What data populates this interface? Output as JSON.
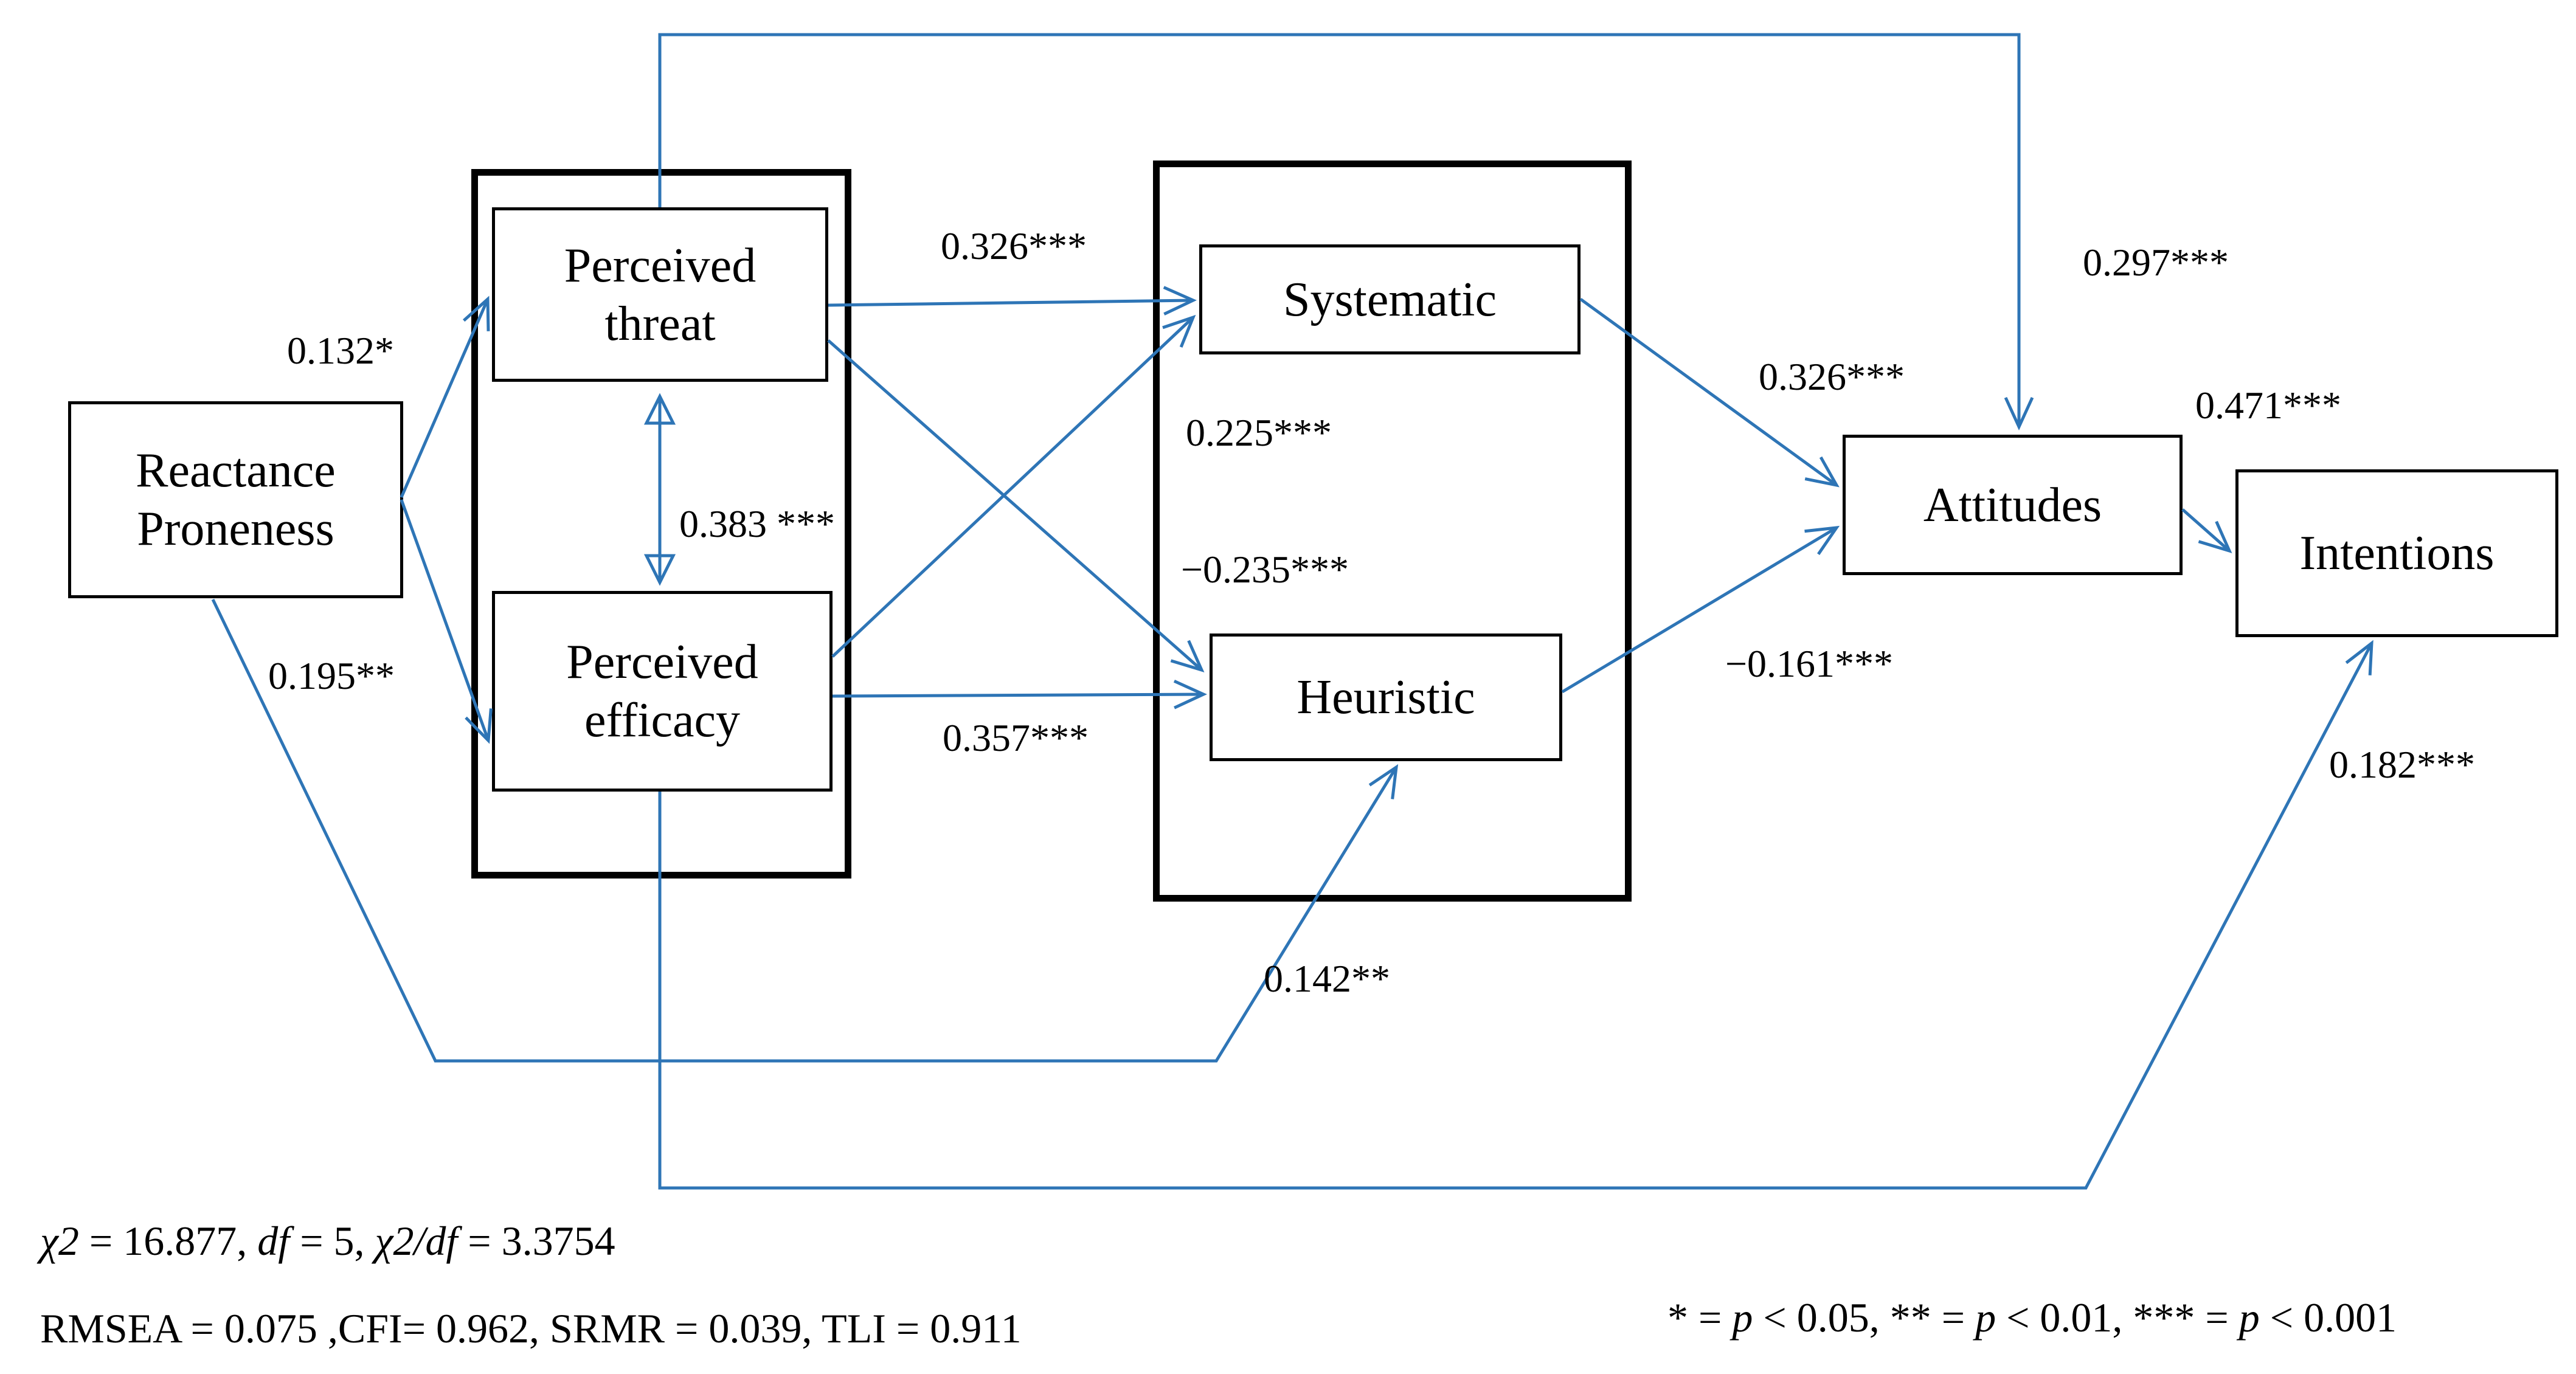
{
  "diagram": {
    "title_hint": "Structural equation model path diagram",
    "colors": {
      "arrow": "#2E75B6",
      "box_border": "#000000",
      "text": "#000000",
      "background": "#ffffff"
    },
    "nodes": {
      "reactance_proneness": {
        "label": "Reactance\nProneness"
      },
      "perceived_threat": {
        "label": "Perceived\nthreat"
      },
      "perceived_efficacy": {
        "label": "Perceived\nefficacy"
      },
      "systematic": {
        "label": "Systematic"
      },
      "heuristic": {
        "label": "Heuristic"
      },
      "attitudes": {
        "label": "Attitudes"
      },
      "intentions": {
        "label": "Intentions"
      }
    },
    "paths": {
      "rp_to_threat": {
        "label": "0.132*"
      },
      "rp_to_efficacy": {
        "label": "0.195**"
      },
      "threat_efficacy_covariance": {
        "label": "0.383 ***"
      },
      "threat_to_systematic": {
        "label": "0.326***"
      },
      "efficacy_to_systematic": {
        "label": "0.225***"
      },
      "threat_to_heuristic": {
        "label": "−0.235***"
      },
      "efficacy_to_heuristic": {
        "label": "0.357***"
      },
      "systematic_to_attitudes": {
        "label": "0.326***"
      },
      "heuristic_to_attitudes": {
        "label": "−0.161***"
      },
      "threat_to_attitudes": {
        "label": "0.297***"
      },
      "attitudes_to_intentions": {
        "label": "0.471***"
      },
      "efficacy_to_intentions": {
        "label": "0.182***"
      },
      "rp_to_heuristic": {
        "label": "0.142**"
      }
    },
    "fit_statistics": {
      "line1_segments": [
        {
          "text": "χ2",
          "italic": true
        },
        {
          "text": " = 16.877, ",
          "italic": false
        },
        {
          "text": "df",
          "italic": true
        },
        {
          "text": " = 5, ",
          "italic": false
        },
        {
          "text": "χ2/df",
          "italic": true
        },
        {
          "text": " = 3.3754",
          "italic": false
        }
      ],
      "line2": "RMSEA = 0.075 ,CFI= 0.962, SRMR = 0.039, TLI = 0.911",
      "significance_segments": [
        {
          "text": "* = ",
          "italic": false
        },
        {
          "text": "p",
          "italic": true
        },
        {
          "text": " < 0.05, ** = ",
          "italic": false
        },
        {
          "text": "p",
          "italic": true
        },
        {
          "text": " < 0.01, *** = ",
          "italic": false
        },
        {
          "text": "p",
          "italic": true
        },
        {
          "text": " < 0.001",
          "italic": false
        }
      ]
    }
  }
}
